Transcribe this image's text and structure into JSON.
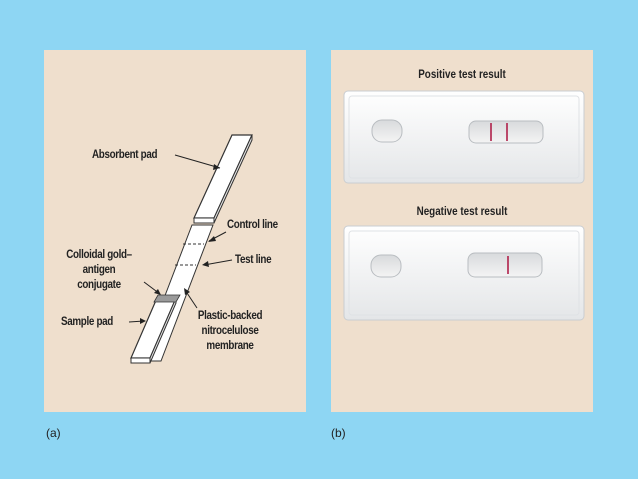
{
  "panel_a": {
    "letter": "(a)",
    "labels": {
      "absorbent_pad": "Absorbent pad",
      "control_line": "Control line",
      "test_line": "Test line",
      "colloidal_gold": [
        "Colloidal gold–",
        "antigen",
        "conjugate"
      ],
      "sample_pad": "Sample pad",
      "membrane": [
        "Plastic-backed",
        "nitrocelulose",
        "membrane"
      ]
    }
  },
  "panel_b": {
    "letter": "(b)",
    "positive_title": "Positive test result",
    "negative_title": "Negative test result",
    "positive_lines": 2,
    "negative_lines": 1
  },
  "colors": {
    "background": "#8ed6f3",
    "panel": "#efdfcd",
    "test_line_color": "#b0204a"
  }
}
